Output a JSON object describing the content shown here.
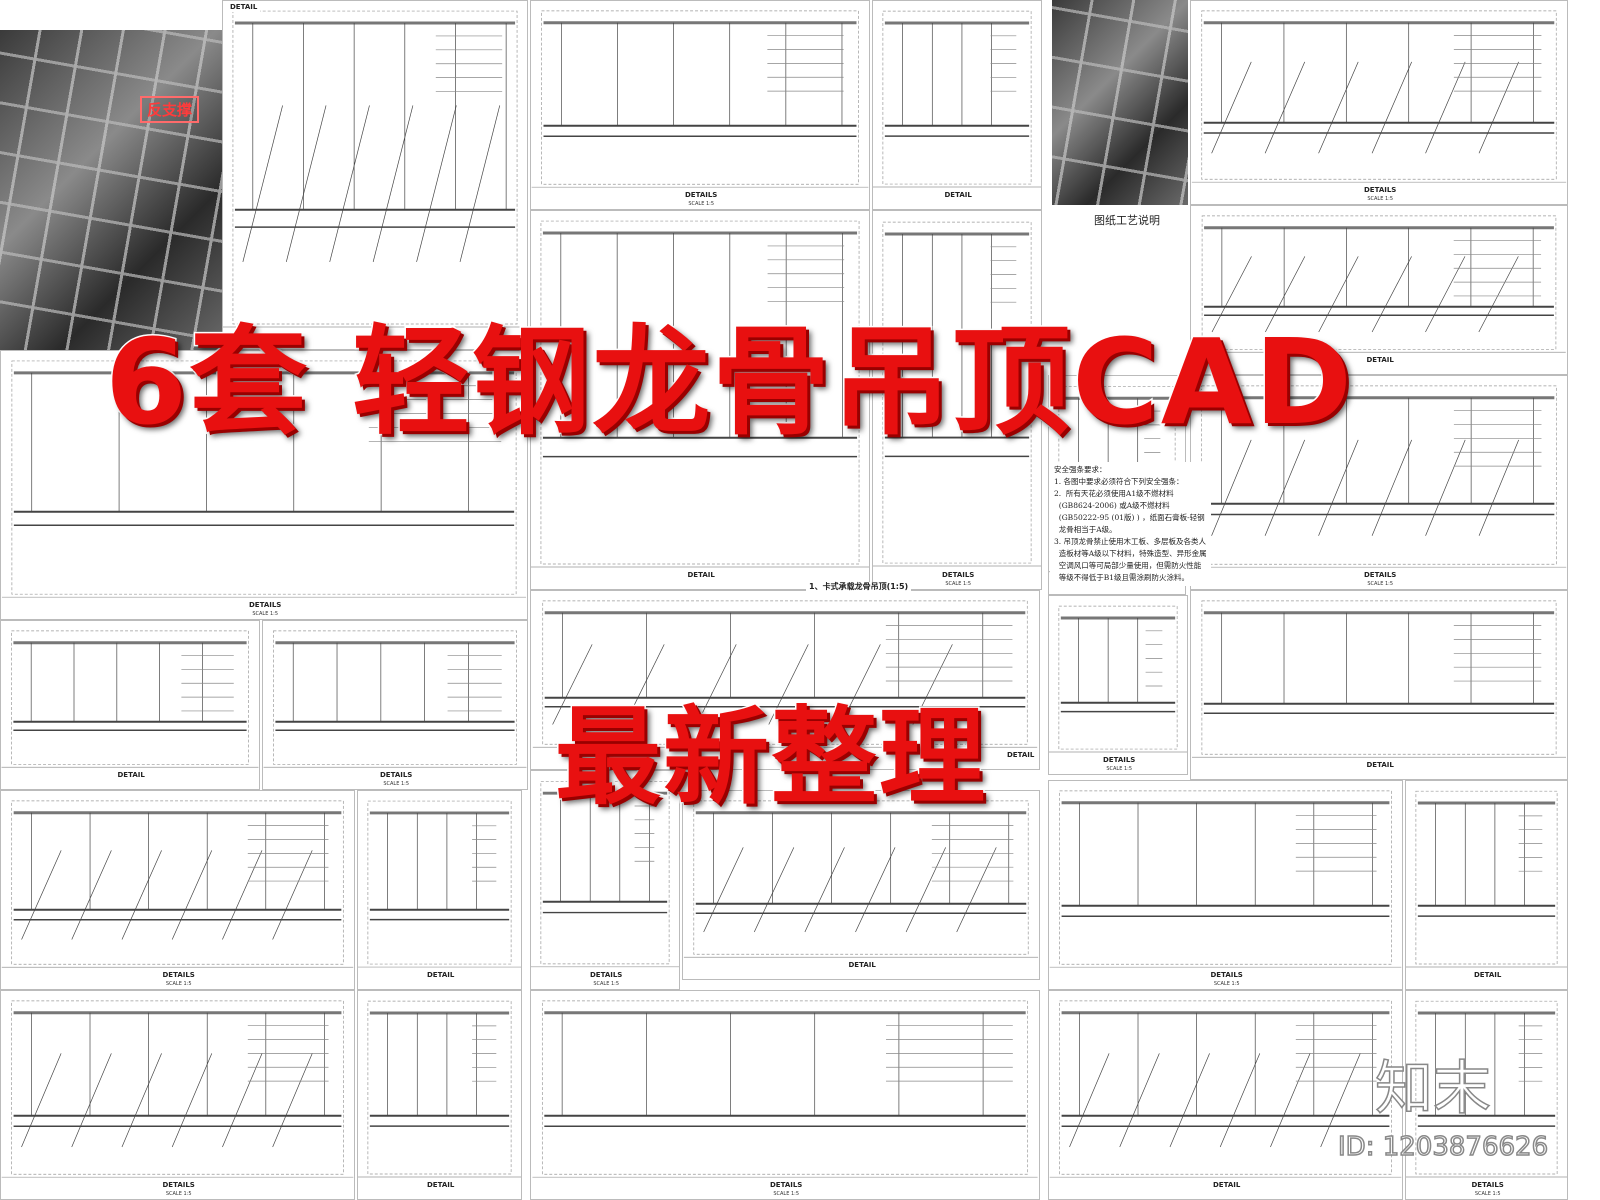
{
  "headline": {
    "main": "6套 轻钢龙骨吊顶CAD",
    "sub": "最新整理",
    "color": "#e81010"
  },
  "watermark": {
    "brand": "知末",
    "id": "ID: 1203876626"
  },
  "photo_label": "反支撑",
  "notes_title": "图纸工艺说明",
  "notes_text": "安全强条要求：\n1. 各图中要求必须符合下列安全强条：\n2.  所有天花必须使用A1级不燃材料\n  (GB8624-2006) 或A级不燃材料\n  (GB50222-95 (01版) ) ，纸面石膏板-轻钢\n  龙骨相当于A级。\n3. 吊顶龙骨禁止使用木工板、多层板及各类人\n  造板材等A级以下材料，特殊造型、异形金属\n  空调风口等可局部少量使用，但需防火性能\n  等级不得低于B1级且需涂刷防火涂料。",
  "captions": {
    "details": "DETAILS",
    "details_scale": "SCALE 1:5",
    "detail": "DETAIL",
    "card_ceiling": "1、卡式承载龙骨吊顶(1:5)"
  }
}
